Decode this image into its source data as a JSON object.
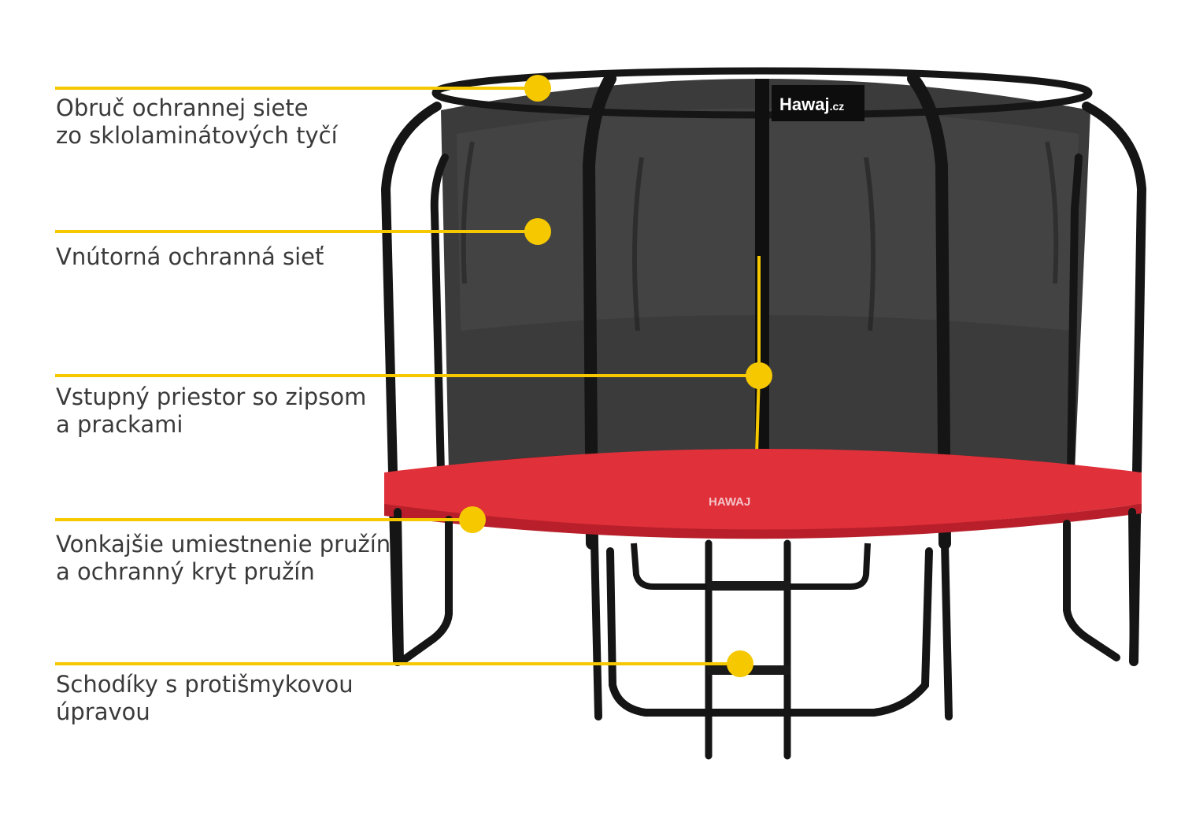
{
  "brand": {
    "logo_text": "Hawaj",
    "logo_suffix": ".cz",
    "pad_print": "HAWAJ"
  },
  "colors": {
    "accent": "#f5c800",
    "text": "#3a3a3a",
    "frame": "#1a1a1a",
    "pad": "#e0303a",
    "net": "#2c2c2c"
  },
  "callouts": [
    {
      "id": "net-hoop",
      "lines": [
        "Obruč ochrannej siete",
        "zo sklolaminátových tyčí"
      ]
    },
    {
      "id": "inner-net",
      "lines": [
        "Vnútorná ochranná sieť"
      ]
    },
    {
      "id": "entrance",
      "lines": [
        "Vstupný priestor so zipsom",
        "a prackami"
      ]
    },
    {
      "id": "springs",
      "lines": [
        "Vonkajšie umiestnenie pružín",
        "a ochranný kryt pružín"
      ]
    },
    {
      "id": "ladder",
      "lines": [
        "Schodíky s protišmykovou",
        "úpravou"
      ]
    }
  ]
}
